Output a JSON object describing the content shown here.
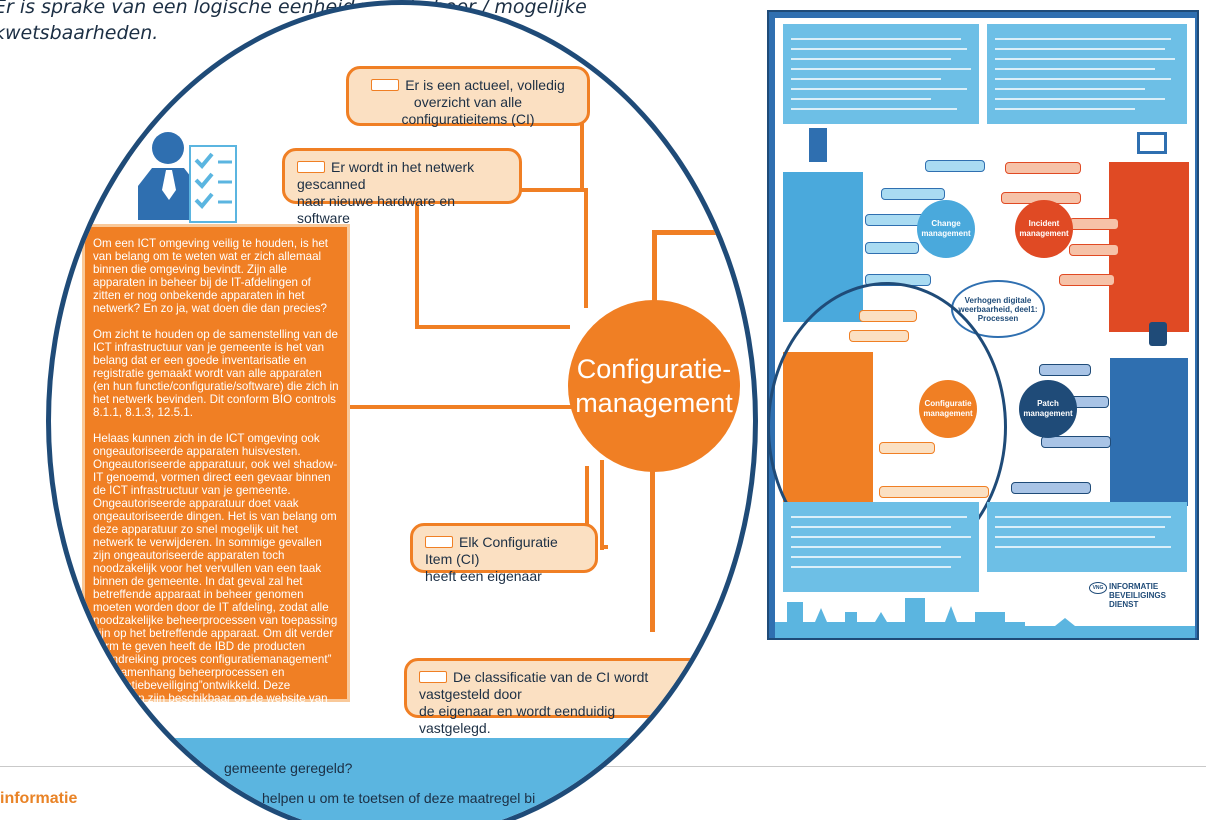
{
  "intro": {
    "line1": "Er is sprake van een logische eenheid voor beheer / mogelijke",
    "line2": "kwetsbaarheden."
  },
  "footer": {
    "info_label": "informatie",
    "band_question": "gemeente geregeld?",
    "band_text": "helpen u om te toetsen of deze maatregel bi"
  },
  "lens": {
    "center_title_line1": "Configuratie-",
    "center_title_line2": "management",
    "nodes": [
      {
        "line1": "Er is een actueel, volledig",
        "line2": "overzicht van alle configuratieitems (CI)"
      },
      {
        "line1": "Er wordt in het netwerk gescanned",
        "line2": "naar nieuwe hardware en software"
      },
      {
        "line1": "Elk Configuratie Item (CI)",
        "line2": "heeft een eigenaar"
      },
      {
        "line1": "De classificatie van de CI wordt vastgesteld door",
        "line2": "de eigenaar en wordt eenduidig vastgelegd."
      }
    ],
    "textbox_paragraphs": [
      "Om een ICT omgeving veilig te houden, is het van belang om te weten wat er zich allemaal binnen die omgeving bevindt. Zijn alle apparaten in beheer bij de IT-afdelingen of zitten er nog onbekende apparaten in het netwerk? En zo ja, wat doen die dan precies?",
      "Om zicht te houden op de samenstelling van de ICT infrastructuur van je gemeente is het van belang dat er een goede inventarisatie en registratie gemaakt wordt van alle apparaten (en hun functie/configuratie/software) die zich in het netwerk bevinden. Dit conform BIO controls 8.1.1, 8.1.3, 12.5.1.",
      "Helaas kunnen zich in de ICT omgeving ook ongeautoriseerde apparaten huisvesten. Ongeautoriseerde apparatuur, ook wel shadow-IT genoemd, vormen direct een gevaar binnen de ICT infrastructuur van je gemeente. Ongeautoriseerde apparatuur doet vaak ongeautoriseerde dingen. Het is van belang om deze apparatuur zo snel mogelijk uit het netwerk te verwijderen. In sommige gevallen zijn ongeautoriseerde apparaten toch noodzakelijk voor het vervullen van een taak binnen de gemeente. In dat geval zal het betreffende apparaat in beheer genomen moeten worden door de IT afdeling, zodat alle noodzakelijke beheerprocessen van toepassing zijn op het betreffende apparaat. Om dit verder vorm te geven heeft de IBD de producten “Handreiking proces configuratiemanagement” en “Samenhang beheerprocessen en informatiebeveiliging”ontwikkeld. Deze producten zijn beschikbaar op de website van de IBD."
    ]
  },
  "poster": {
    "center_line1": "Verhogen digitale",
    "center_line2": "weerbaarheid, deel1:",
    "center_line3": "Processen",
    "circles": [
      "Change management",
      "Incident management",
      "Configuratie management",
      "Patch management"
    ],
    "vng_logo": "VNG",
    "brand_line1": "INFORMATIE",
    "brand_line2": "BEVEILIGINGS",
    "brand_line3": "DIENST"
  },
  "colors": {
    "orange": "#f07f24",
    "orange_light": "#fbe0c2",
    "navy": "#1f4b78",
    "sky": "#5bb5e0",
    "poster_blue": "#2f6fb0",
    "red": "#e04a24"
  },
  "icons": [
    "person-checklist-icon",
    "laptop-icon",
    "padlock-icon",
    "server-icon"
  ]
}
